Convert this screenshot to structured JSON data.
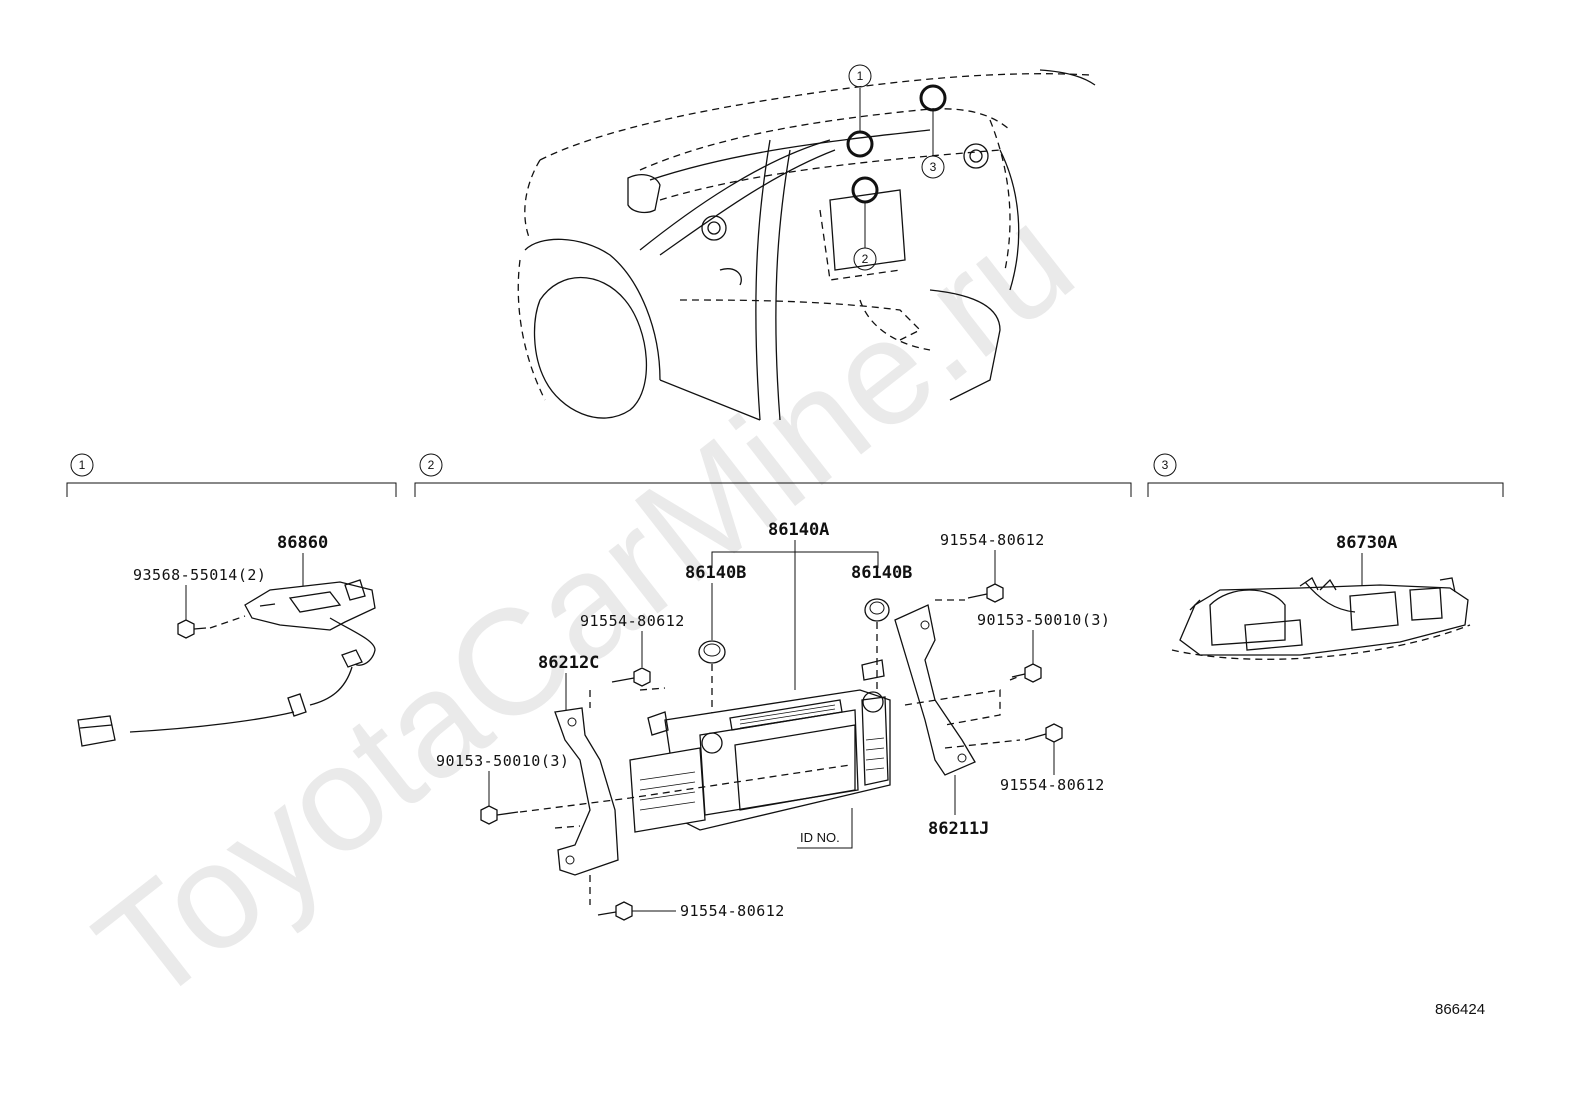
{
  "watermark": "ToyotaCarMine.ru",
  "diagram_id": "866424",
  "overview": {
    "callouts": [
      "1",
      "2",
      "3"
    ]
  },
  "groups": [
    {
      "number": "1",
      "labels": {
        "assembly": "86860",
        "screw": "93568-55014(2)"
      }
    },
    {
      "number": "2",
      "labels": {
        "main_unit": "86140A",
        "knob_left": "86140B",
        "knob_right": "86140B",
        "bracket_left": "86212C",
        "bracket_right": "86211J",
        "screw_top_left": "91554-80612",
        "screw_top_right": "91554-80612",
        "screw_left_mid": "90153-50010(3)",
        "screw_right_mid": "90153-50010(3)",
        "screw_right_low": "91554-80612",
        "screw_bottom": "91554-80612",
        "id_no": "ID NO."
      }
    },
    {
      "number": "3",
      "labels": {
        "assembly": "86730A"
      }
    }
  ]
}
